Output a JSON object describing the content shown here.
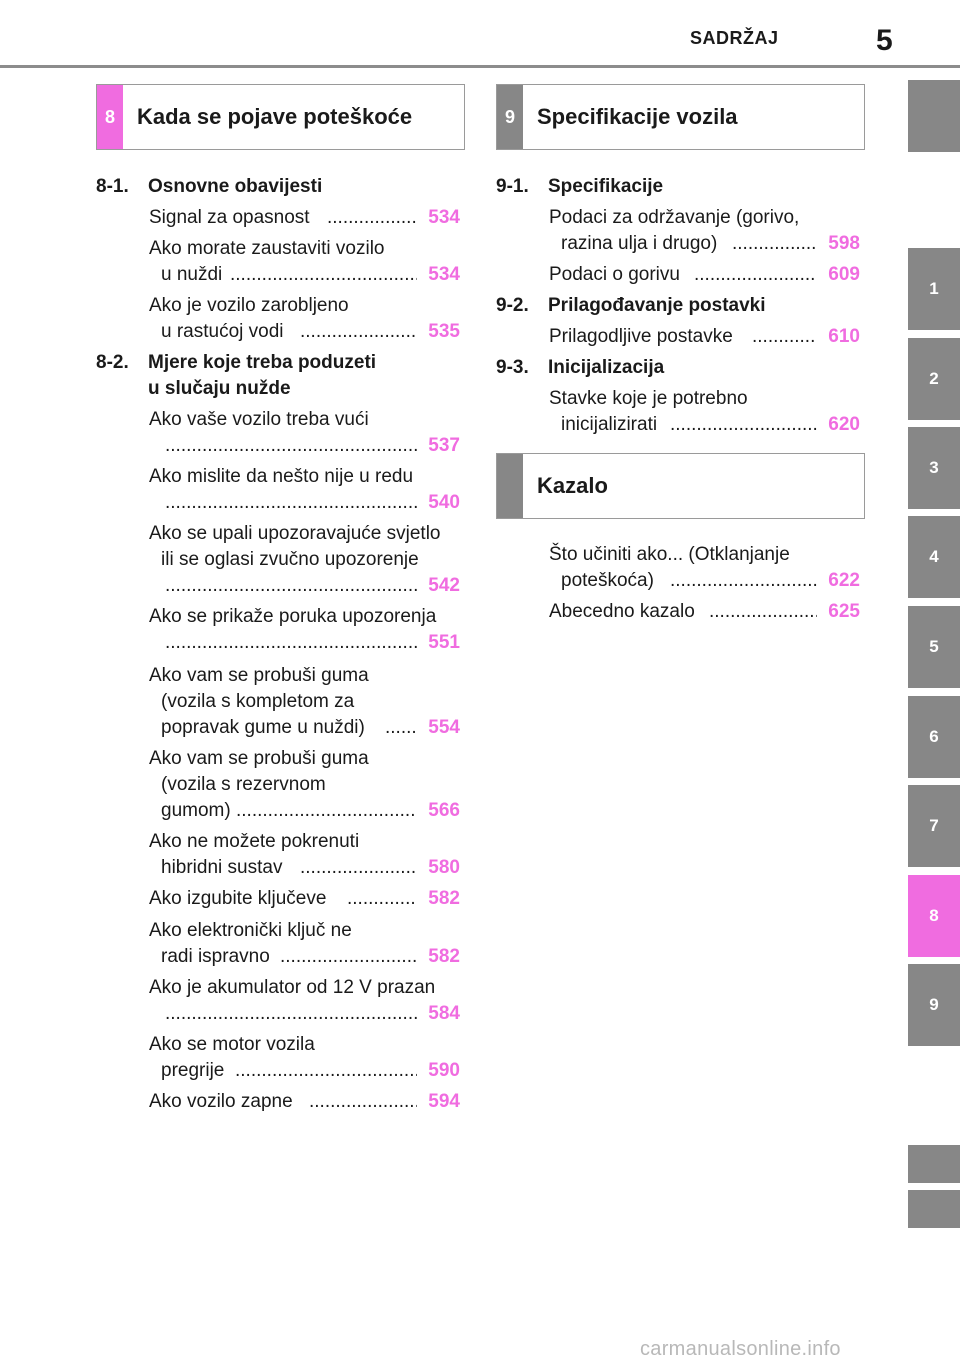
{
  "header": {
    "title": "SADRŽAJ",
    "page_number": "5"
  },
  "chapter_tabs": {
    "items": [
      "1",
      "2",
      "3",
      "4",
      "5",
      "6",
      "7",
      "8",
      "9",
      "",
      ""
    ],
    "active": "8",
    "colors": {
      "tab": "#878787",
      "active": "#f06ce0"
    }
  },
  "sections": [
    {
      "number": "8",
      "title": "Kada se pojave poteškoće"
    },
    {
      "number": "9",
      "title": "Specifikacije vozila"
    },
    {
      "number": "",
      "title": "Kazalo"
    }
  ],
  "left": {
    "s81_code": "8-1.",
    "s81_title": "Osnovne obavijesti",
    "e1a": "Signal za opasnost",
    "e1p": "534",
    "e2a": "Ako morate zaustaviti vozilo",
    "e2b": "u nuždi",
    "e2p": "534",
    "e3a": "Ako je vozilo zarobljeno",
    "e3b": "u rastućoj vodi",
    "e3p": "535",
    "s82_code": "8-2.",
    "s82_title_1": "Mjere koje treba poduzeti",
    "s82_title_2": "u slučaju nužde",
    "e4a": "Ako vaše vozilo treba vući",
    "e4p": "537",
    "e5a": "Ako mislite da nešto nije u redu",
    "e5p": "540",
    "e6a": "Ako se upali upozoravajuće svjetlo",
    "e6b": "ili se oglasi zvučno upozorenje",
    "e6p": "542",
    "e7a": "Ako se prikaže poruka upozorenja",
    "e7p": "551",
    "e8a": "Ako vam se probuši guma",
    "e8b": "(vozila s kompletom za",
    "e8c": "popravak gume u nuždi)",
    "e8p": "554",
    "e9a": "Ako vam se probuši guma",
    "e9b": "(vozila s rezervnom",
    "e9c": "gumom)",
    "e9p": "566",
    "e10a": "Ako ne možete pokrenuti",
    "e10b": "hibridni sustav",
    "e10p": "580",
    "e11a": "Ako izgubite ključeve",
    "e11p": "582",
    "e12a": "Ako elektronički ključ ne",
    "e12b": "radi ispravno",
    "e12p": "582",
    "e13a": "Ako je akumulator od 12 V prazan",
    "e13p": "584",
    "e14a": "Ako se motor vozila",
    "e14b": "pregrije",
    "e14p": "590",
    "e15a": "Ako vozilo zapne",
    "e15p": "594"
  },
  "right": {
    "s91_code": "9-1.",
    "s91_title": "Specifikacije",
    "r1a": "Podaci za održavanje (gorivo,",
    "r1b": "razina ulja i drugo)",
    "r1p": "598",
    "r2a": "Podaci o gorivu",
    "r2p": "609",
    "s92_code": "9-2.",
    "s92_title": "Prilagođavanje postavki",
    "r3a": "Prilagodljive postavke",
    "r3p": "610",
    "s93_code": "9-3.",
    "s93_title": "Inicijalizacija",
    "r4a": "Stavke koje je potrebno",
    "r4b": "inicijalizirati",
    "r4p": "620",
    "k1a": "Što učiniti ako... (Otklanjanje",
    "k1b": "poteškoća)",
    "k1p": "622",
    "k2a": "Abecedno kazalo",
    "k2p": "625"
  },
  "watermark": "carmanualsonline.info"
}
